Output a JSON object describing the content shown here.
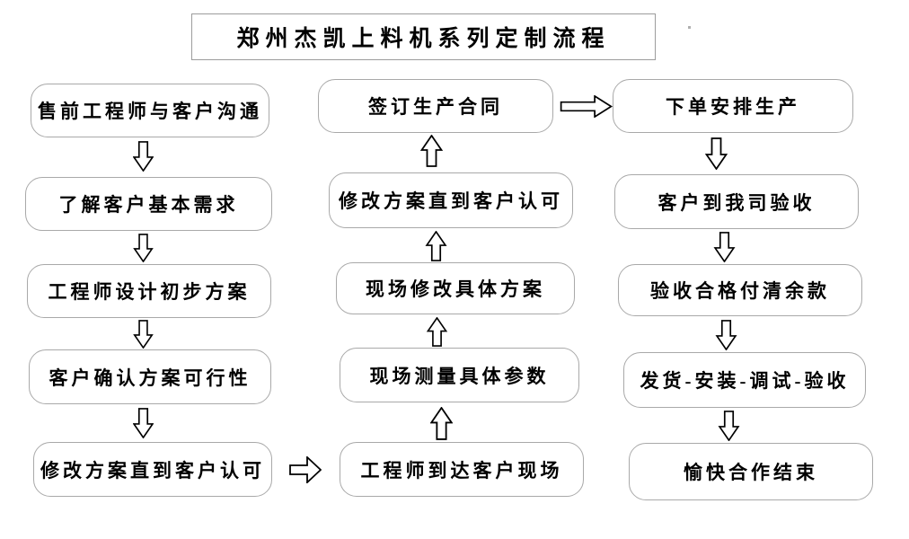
{
  "title": "郑州杰凯上料机系列定制流程",
  "flow": {
    "left": {
      "flow_direction": "top-to-bottom",
      "steps": [
        "售前工程师与客户沟通",
        "了解客户基本需求",
        "工程师设计初步方案",
        "客户确认方案可行性",
        "修改方案直到客户认可"
      ]
    },
    "middle": {
      "flow_direction": "bottom-to-top",
      "steps": [
        "签订生产合同",
        "修改方案直到客户认可",
        "现场修改具体方案",
        "现场测量具体参数",
        "工程师到达客户现场"
      ]
    },
    "right": {
      "flow_direction": "top-to-bottom",
      "steps": [
        "下单安排生产",
        "客户到我司验收",
        "验收合格付清余款",
        "发货-安装-调试-验收",
        "愉快合作结束"
      ]
    },
    "connectors": [
      {
        "from": "修改方案直到客户认可 (left bottom)",
        "to": "工程师到达客户现场",
        "direction": "right"
      },
      {
        "from": "签订生产合同",
        "to": "下单安排生产",
        "direction": "right"
      }
    ]
  },
  "colors": {
    "background": "#ffffff",
    "box_border": "#a9a9a9",
    "title_border": "#9c9c9c",
    "text": "#000000",
    "arrow_outline": "#000000",
    "arrow_fill": "#ffffff"
  }
}
